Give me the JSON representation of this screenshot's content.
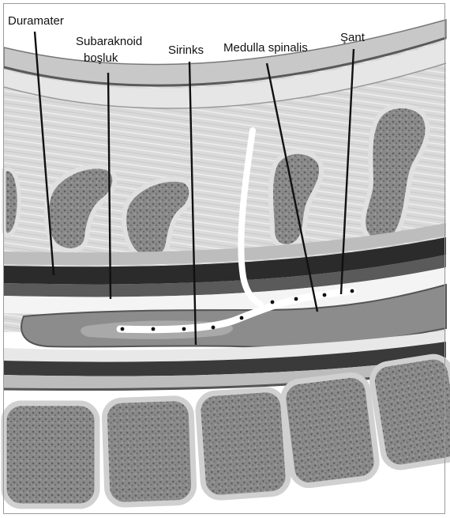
{
  "labels": {
    "duramater": "Duramater",
    "subaraknoid_line1": "Subaraknoid",
    "subaraknoid_line2": "boşluk",
    "sirinks": "Sirinks",
    "medulla_spinalis": "Medulla spinalis",
    "sant": "Şant"
  },
  "colors": {
    "background": "#ffffff",
    "muscle": "#dcdcdc",
    "dura_band": "#2b2b2b",
    "cord": "#8c8c8c",
    "bone_fill": "#7a7a7a",
    "bone_rim": "#c4c4c4",
    "shunt": "#ffffff",
    "leader_line": "#111111"
  }
}
